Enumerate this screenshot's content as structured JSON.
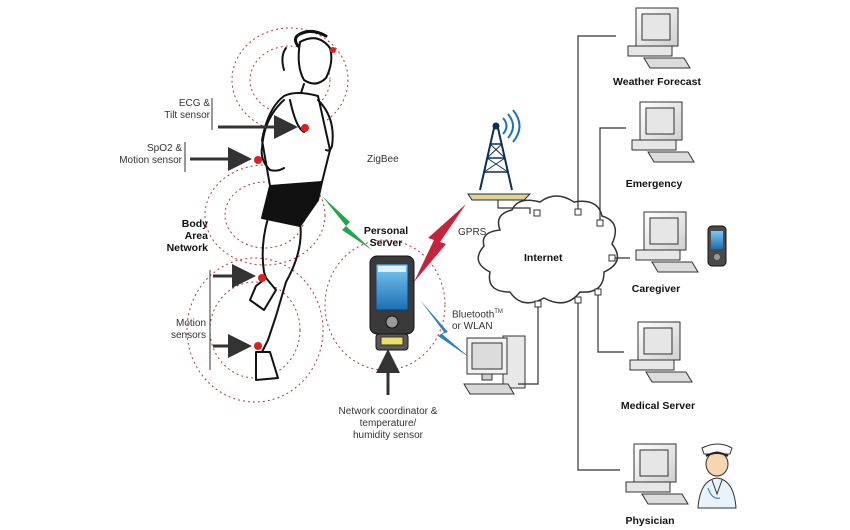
{
  "labels": {
    "ecg": [
      "ECG &",
      "Tilt sensor"
    ],
    "spo2": [
      "SpO2 &",
      "Motion sensor"
    ],
    "ban": [
      "Body",
      "Area",
      "Network"
    ],
    "motion": [
      "Motion",
      "sensors"
    ],
    "zigbee": "ZigBee",
    "personal_server": [
      "Personal",
      "Server"
    ],
    "gprs": "GPRS",
    "bluetooth": "Bluetooth",
    "tm": "TM",
    "or_wlan": "or WLAN",
    "coordinator": [
      "Network coordinator &",
      "temperature/",
      "humidity sensor"
    ],
    "internet": "Internet"
  },
  "endpoints": [
    "Weather Forecast",
    "Emergency",
    "Caregiver",
    "Medical Server",
    "Physician"
  ],
  "colors": {
    "sensor": "#e11d1d",
    "zigbee_bolt": "#22a447",
    "gprs_bolt": "#c8233c",
    "wlan_bolt": "#2f7fc1",
    "ring": "#b23a3a",
    "pda_screen": "#2e8fd0"
  },
  "icons": [
    "runner-figure",
    "pda-icon",
    "cell-tower-icon",
    "desktop-computer-icon",
    "cloud-icon",
    "monitor-icon",
    "handheld-pda-icon",
    "doctor-icon"
  ]
}
